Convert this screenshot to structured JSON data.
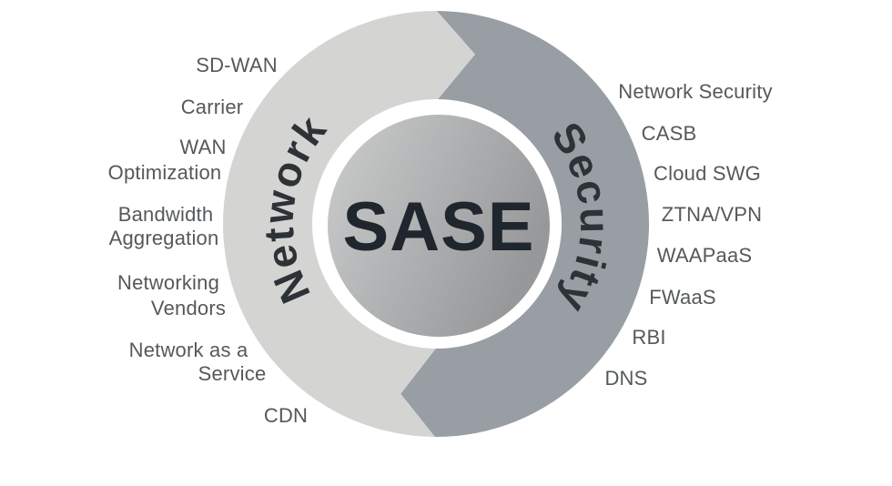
{
  "colors": {
    "background": "#ffffff",
    "network_half": "#d4d4d3",
    "security_half": "#989ea3",
    "label_text": "#55595c",
    "arc_text": "#2d3237",
    "sase_text": "#20262d",
    "core_gradient_light": "#cccdcd",
    "core_gradient_dark": "#96989a"
  },
  "center": {
    "label": "SASE"
  },
  "network": {
    "arc_label": "Network",
    "items": [
      {
        "lines": [
          "SD-WAN"
        ]
      },
      {
        "lines": [
          "Carrier"
        ]
      },
      {
        "lines": [
          "WAN",
          "Optimization"
        ]
      },
      {
        "lines": [
          "Bandwidth",
          "Aggregation"
        ]
      },
      {
        "lines": [
          "Networking",
          "Vendors"
        ]
      },
      {
        "lines": [
          "Network as a",
          "Service"
        ]
      },
      {
        "lines": [
          "CDN"
        ]
      }
    ]
  },
  "security": {
    "arc_label": "Security",
    "items": [
      {
        "lines": [
          "Network Security"
        ]
      },
      {
        "lines": [
          "CASB"
        ]
      },
      {
        "lines": [
          "Cloud SWG"
        ]
      },
      {
        "lines": [
          "ZTNA/VPN"
        ]
      },
      {
        "lines": [
          "WAAPaaS"
        ]
      },
      {
        "lines": [
          "FWaaS"
        ]
      },
      {
        "lines": [
          "RBI"
        ]
      },
      {
        "lines": [
          "DNS"
        ]
      }
    ]
  }
}
